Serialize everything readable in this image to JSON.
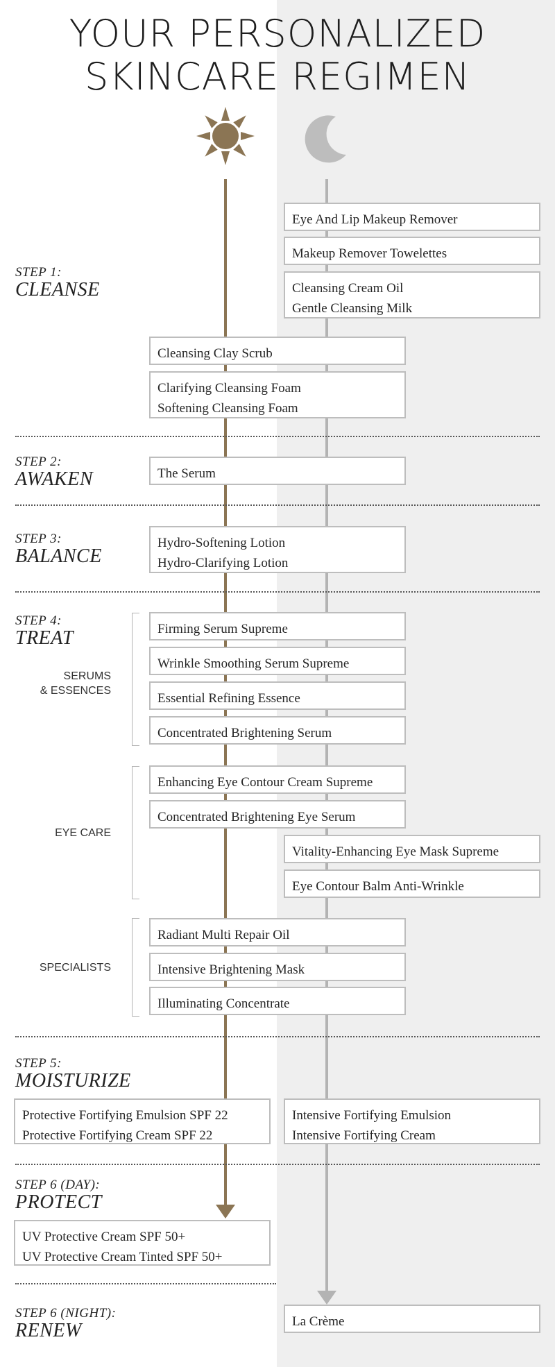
{
  "title": {
    "line1": "YOUR PERSONALIZED",
    "line2": "SKINCARE REGIMEN"
  },
  "icons": {
    "day": "sun-icon",
    "night": "moon-icon"
  },
  "colors": {
    "day_line": "#8b7554",
    "night_line": "#b3b3b3",
    "night_background": "#efefef",
    "box_border": "#bdbdbd"
  },
  "steps": {
    "cleanse": {
      "num": "STEP 1:",
      "name": "CLEANSE"
    },
    "awaken": {
      "num": "STEP 2:",
      "name": "AWAKEN"
    },
    "balance": {
      "num": "STEP 3:",
      "name": "BALANCE"
    },
    "treat": {
      "num": "STEP 4:",
      "name": "TREAT"
    },
    "moisturize": {
      "num": "STEP 5:",
      "name": "MOISTURIZE"
    },
    "protect": {
      "num": "STEP 6 (DAY):",
      "name": "PROTECT"
    },
    "renew": {
      "num": "STEP 6 (NIGHT):",
      "name": "RENEW"
    }
  },
  "groups": {
    "serums": "SERUMS\n& ESSENCES",
    "eye_care": "EYE CARE",
    "specialists": "SPECIALISTS"
  },
  "products": {
    "eye_lip_remover": [
      "Eye And Lip Makeup Remover"
    ],
    "towelettes": [
      "Makeup Remover Towelettes"
    ],
    "cleansing_oil_milk": [
      "Cleansing Cream Oil",
      "Gentle Cleansing Milk"
    ],
    "clay_scrub": [
      "Cleansing Clay Scrub"
    ],
    "cleansing_foams": [
      "Clarifying Cleansing Foam",
      "Softening Cleansing Foam"
    ],
    "the_serum": [
      "The Serum"
    ],
    "hydro_lotions": [
      "Hydro-Softening Lotion",
      "Hydro-Clarifying Lotion"
    ],
    "firming_serum": [
      "Firming Serum Supreme"
    ],
    "wrinkle_serum": [
      "Wrinkle Smoothing Serum Supreme"
    ],
    "refining_essence": [
      "Essential Refining Essence"
    ],
    "brightening_serum": [
      "Concentrated Brightening Serum"
    ],
    "eye_contour_cream": [
      "Enhancing Eye Contour Cream Supreme"
    ],
    "brightening_eye_serum": [
      "Concentrated Brightening Eye Serum"
    ],
    "eye_mask": [
      "Vitality-Enhancing Eye Mask Supreme"
    ],
    "eye_balm": [
      "Eye Contour Balm Anti-Wrinkle"
    ],
    "repair_oil": [
      "Radiant Multi Repair Oil"
    ],
    "brightening_mask": [
      "Intensive Brightening Mask"
    ],
    "illuminating_concentrate": [
      "Illuminating Concentrate"
    ],
    "protective_moisturizers": [
      "Protective Fortifying Emulsion SPF 22",
      "Protective Fortifying Cream SPF 22"
    ],
    "intensive_moisturizers": [
      "Intensive Fortifying Emulsion",
      "Intensive Fortifying Cream"
    ],
    "uv_protection": [
      "UV Protective Cream SPF 50+",
      "UV Protective Cream Tinted SPF 50+"
    ],
    "la_creme": [
      "La Crème"
    ]
  }
}
